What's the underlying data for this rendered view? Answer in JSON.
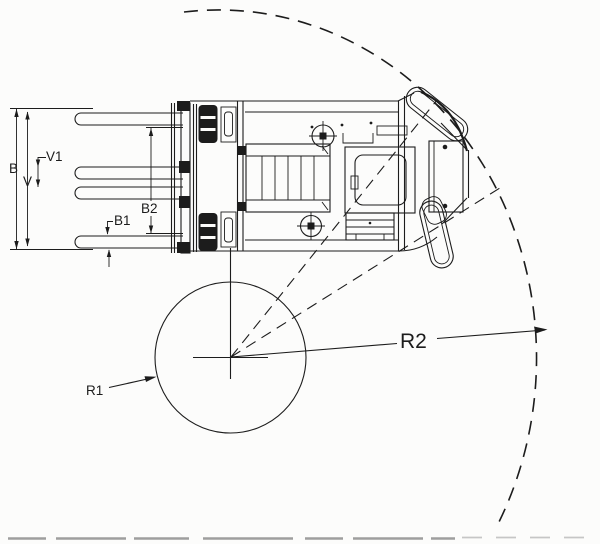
{
  "diagram": {
    "labels": {
      "b": "B",
      "v": "V",
      "v1": "V1",
      "b1": "B1",
      "b2": "B2",
      "r1": "R1",
      "r2": "R2"
    },
    "colors": {
      "line": "#1c1c1c",
      "background": "#fcfcfb",
      "scan_artifact": "#9e9e9e"
    }
  }
}
